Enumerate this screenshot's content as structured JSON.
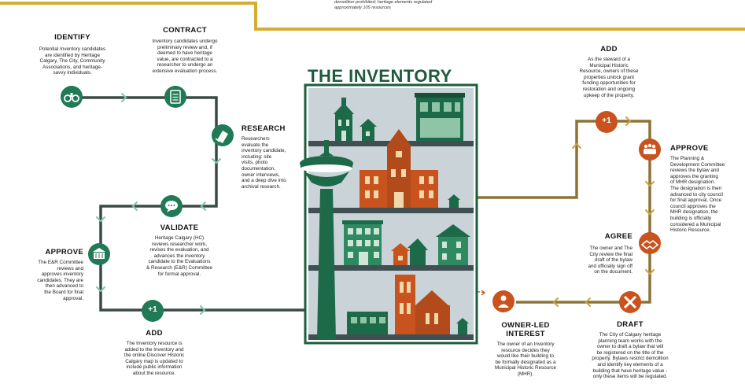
{
  "title": "THE INVENTORY",
  "top_note": {
    "line1": "demolition prohibited; heritage elements regulated",
    "line2": "approximately 105 resources"
  },
  "colors": {
    "green": "#1f7a55",
    "dark_green": "#1d5c3e",
    "orange": "#c8531e",
    "olive": "#8c7436",
    "gold": "#d5ad33",
    "arrow_green": "#7cc6ad",
    "arrow_gold": "#caa23a"
  },
  "steps": {
    "identify": {
      "title": "IDENTIFY",
      "icon": "binoculars-icon",
      "text": [
        "Potential Inventory candidates",
        "are identified by Heritage",
        "Calgary, The City, Community",
        "Associations, and heritage-",
        "savvy individuals."
      ]
    },
    "contract": {
      "title": "CONTRACT",
      "icon": "clipboard-icon",
      "text": [
        "Inventory candidates undergo",
        "preliminary review and, if",
        "deemed to have heritage",
        "value, are contracted to a",
        "researcher to undergo an",
        "extensive evaluation process."
      ]
    },
    "research": {
      "title": "RESEARCH",
      "icon": "books-icon",
      "text": [
        "Researchers",
        "evaluate the",
        "inventory candidate,",
        "including: site",
        "visits, photo",
        "documentation,",
        "owner interviews,",
        "and a deep dive into",
        "archival research."
      ]
    },
    "validate": {
      "title": "VALIDATE",
      "icon": "speech-bubble-icon",
      "text": [
        "Heritage Calgary (HC)",
        "reviews researcher work,",
        "revises the evaluation, and",
        "advances the inventory",
        "candidate to the Evaluations",
        "& Research (E&R) Committee",
        "for formal approval."
      ]
    },
    "approve_left": {
      "title": "APPROVE",
      "icon": "building-icon",
      "text": [
        "The E&R Committee",
        "reviews and",
        "approves inventory",
        "candidates. They are",
        "then advanced to",
        "the Board for final",
        "approval."
      ]
    },
    "add_left": {
      "title": "ADD",
      "badge": "+1",
      "text": [
        "The Inventory resource is",
        "added to the Inventory and",
        "the online Discover Historic",
        "Calgary map is updated to",
        "include public information",
        "about the resource."
      ]
    },
    "add_right": {
      "title": "ADD",
      "badge": "+1",
      "text": [
        "As the steward of a",
        "Municipal Historic",
        "Resource, owners of these",
        "properties unlock grant",
        "funding opportunities for",
        "restoration and ongoing",
        "upkeep of the property."
      ]
    },
    "approve_right": {
      "title": "APPROVE",
      "icon": "people-icon",
      "text": [
        "The Planning &",
        "Development Committee",
        "reviews the bylaw and",
        "approves the granting",
        "of MHR designation.",
        "The designation is then",
        "advanced to city council",
        "for final approval. Once",
        "council approves the",
        "MHR designation, the",
        "building is officially",
        "considered a Municipal",
        "Historic Resource."
      ]
    },
    "agree": {
      "title": "AGREE",
      "icon": "handshake-icon",
      "text": [
        "The owner and The",
        "City review the final",
        "draft of the bylaw",
        "and officially sign off",
        "on the document."
      ]
    },
    "owner_interest": {
      "title_line1": "OWNER-LED",
      "title_line2": "INTEREST",
      "icon": "person-icon",
      "text": [
        "The owner of an Inventory",
        "resource decides they",
        "would like their building to",
        "be formally designated as a",
        "Municipal Historic Resource",
        "(MHR)."
      ]
    },
    "draft": {
      "title": "DRAFT",
      "icon": "pencil-ruler-icon",
      "text": [
        "The City of Calgary heritage",
        "planning team works with the",
        "owner to draft a bylaw that will",
        "be registered on the title of the",
        "property. Bylaws restrict demolition",
        "and identify key elements of a",
        "building that have heritage value -",
        "only these items will be regulated."
      ]
    }
  }
}
